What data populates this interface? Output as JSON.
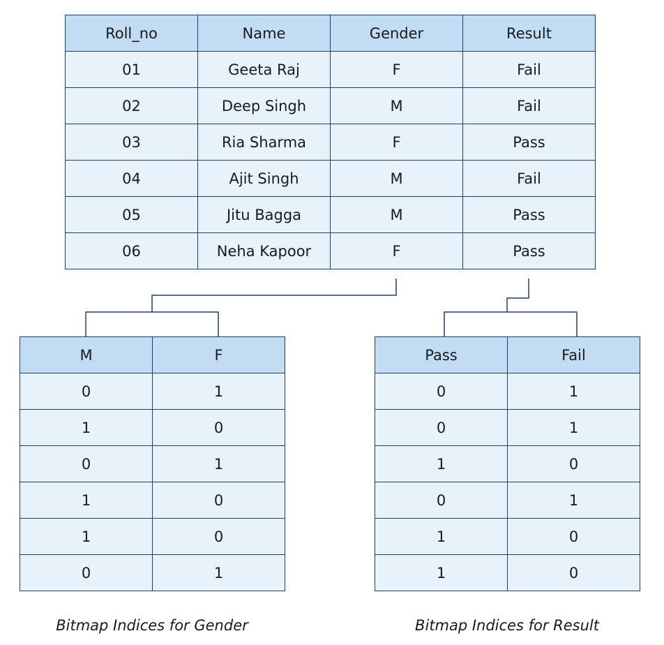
{
  "main_table": {
    "headers": [
      "Roll_no",
      "Name",
      "Gender",
      "Result"
    ],
    "rows": [
      [
        "01",
        "Geeta Raj",
        "F",
        "Fail"
      ],
      [
        "02",
        "Deep Singh",
        "M",
        "Fail"
      ],
      [
        "03",
        "Ria Sharma",
        "F",
        "Pass"
      ],
      [
        "04",
        "Ajit Singh",
        "M",
        "Fail"
      ],
      [
        "05",
        "Jitu Bagga",
        "M",
        "Pass"
      ],
      [
        "06",
        "Neha Kapoor",
        "F",
        "Pass"
      ]
    ]
  },
  "gender_bitmap": {
    "headers": [
      "M",
      "F"
    ],
    "rows": [
      [
        "0",
        "1"
      ],
      [
        "1",
        "0"
      ],
      [
        "0",
        "1"
      ],
      [
        "1",
        "0"
      ],
      [
        "1",
        "0"
      ],
      [
        "0",
        "1"
      ]
    ],
    "caption": "Bitmap Indices for Gender"
  },
  "result_bitmap": {
    "headers": [
      "Pass",
      "Fail"
    ],
    "rows": [
      [
        "0",
        "1"
      ],
      [
        "0",
        "1"
      ],
      [
        "1",
        "0"
      ],
      [
        "0",
        "1"
      ],
      [
        "1",
        "0"
      ],
      [
        "1",
        "0"
      ]
    ],
    "caption": "Bitmap Indices for Result"
  },
  "colors": {
    "header_fill": "#c2dcf4",
    "cell_fill": "#e8f2fb",
    "border": "#1f3f63"
  }
}
